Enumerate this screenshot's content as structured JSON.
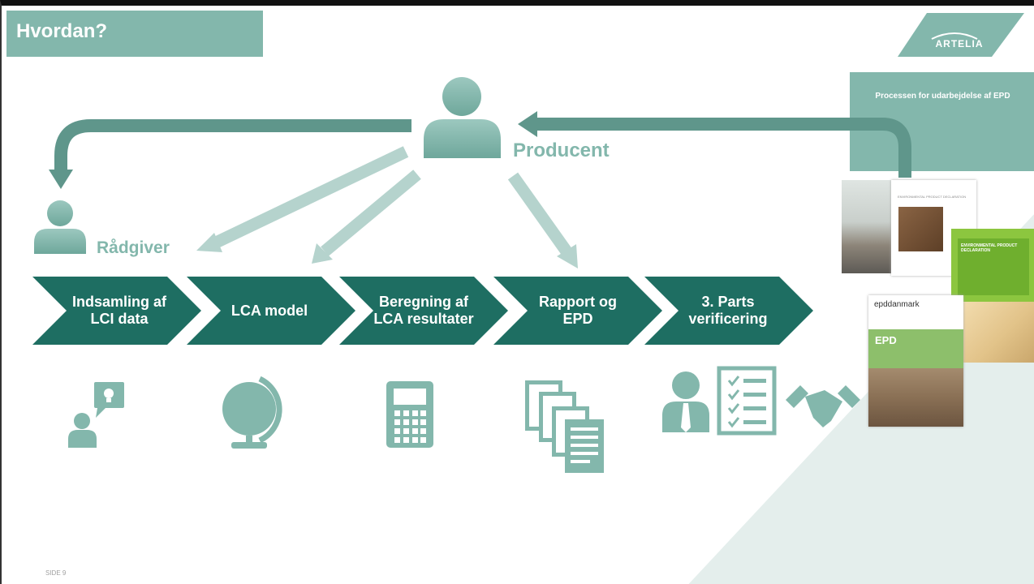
{
  "title": "Hvordan?",
  "logo": {
    "text": "ARTELIA"
  },
  "side_box": {
    "text": "Processen for udarbejdelse af EPD"
  },
  "persons": {
    "producent": "Producent",
    "raadgiver": "Rådgiver"
  },
  "steps": [
    {
      "label": "Indsamling af LCI data"
    },
    {
      "label": "LCA model"
    },
    {
      "label": "Beregning af LCA resultater"
    },
    {
      "label": "Rapport og EPD"
    },
    {
      "label": "3. Parts verificering"
    }
  ],
  "documents": {
    "epd_brand": "epddanmark",
    "epd_title": "EPD",
    "env_declaration_1": "ENVIRONMENTAL PRODUCT DECLARATION",
    "env_declaration_2": "ENVIRONMENTAL PRODUCT DECLARATION"
  },
  "footer": "SIDE 9",
  "colors": {
    "accent": "#83b7ac",
    "chevron": "#1e6e62",
    "dark_arrow": "#5f968b",
    "light_arrow": "#b5d3cd",
    "icon": "#83b7ac"
  },
  "icons": [
    "person-idea-icon",
    "globe-icon",
    "calculator-icon",
    "documents-icon",
    "consultant-icon",
    "checklist-icon",
    "handshake-icon"
  ]
}
